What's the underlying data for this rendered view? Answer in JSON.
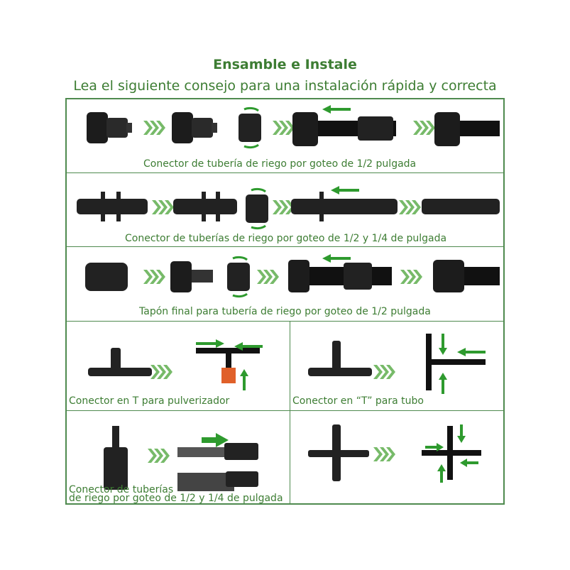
{
  "header": {
    "title": "Ensamble e Instale",
    "subtitle": "Lea el siguiente consejo para una instalación rápida y correcta"
  },
  "panels": [
    {
      "caption": "Conector de tubería de riego por goteo de 1/2 pulgada"
    },
    {
      "caption": "Conector de tuberías de riego por goteo de 1/2 y 1/4 de pulgada"
    },
    {
      "caption": "Tapón final para tubería de riego por goteo de 1/2 pulgada"
    },
    {
      "caption": "Conector en T para pulverizador"
    },
    {
      "caption": "Conector en “T” para tubo"
    },
    {
      "caption_line1": "Conector de tuberías",
      "caption_line2": "de riego por goteo de 1/2 y 1/4 de pulgada"
    },
    {
      "caption": ""
    }
  ],
  "colors": {
    "accent": "#3d7d33",
    "border": "#4f8a4f",
    "arrow": "#2e9a2e",
    "part": "#1c1c1c",
    "sprayer": "#e0602a"
  }
}
